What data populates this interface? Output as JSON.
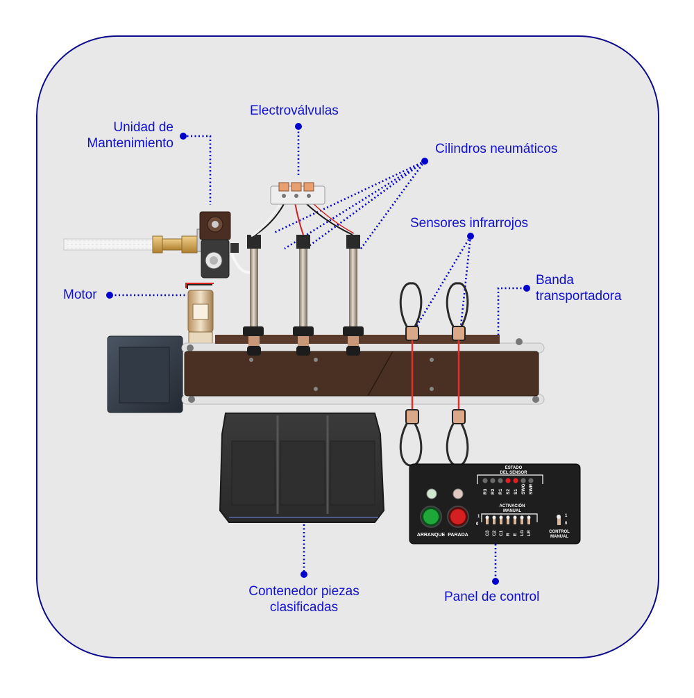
{
  "labels": {
    "maintenance_unit": [
      "Unidad de",
      "Mantenimiento"
    ],
    "solenoid_valves": "Electroválvulas",
    "pneumatic_cylinders": "Cilindros neumáticos",
    "infrared_sensors": "Sensores infrarrojos",
    "motor": "Motor",
    "conveyor_belt": [
      "Banda",
      "transportadora"
    ],
    "sorted_parts_container": [
      "Contenedor piezas",
      "clasificadas"
    ],
    "control_panel": "Panel de control"
  },
  "panel": {
    "sensor_status_title": [
      "ESTADO",
      "DEL SENSOR"
    ],
    "sensor_leds": [
      {
        "label": "R3",
        "color": "#6a6a6a"
      },
      {
        "label": "R2",
        "color": "#6a6a6a"
      },
      {
        "label": "R1",
        "color": "#6a6a6a"
      },
      {
        "label": "S2",
        "color": "#e02020"
      },
      {
        "label": "S1",
        "color": "#e02020"
      },
      {
        "label": "SWG",
        "color": "#6a6a6a"
      },
      {
        "label": "SWR",
        "color": "#6a6a6a"
      }
    ],
    "manual_title": [
      "ACTIVACIÓN",
      "MANUAL"
    ],
    "manual_switches": [
      "C3",
      "C2",
      "C1",
      "R",
      "E",
      "LG",
      "LR"
    ],
    "switch_one": "1",
    "switch_zero": "0",
    "start_label": "ARRANQUE",
    "stop_label": "PARADA",
    "manual_control_label": [
      "CONTROL",
      "MANUAL"
    ]
  },
  "colors": {
    "accent": "#0000cc",
    "background_panel": "#e8e8e8",
    "belt": "#4a3022",
    "start_button": "#1fa83a",
    "stop_button": "#d42020",
    "sensor_beam": "#e03030"
  }
}
